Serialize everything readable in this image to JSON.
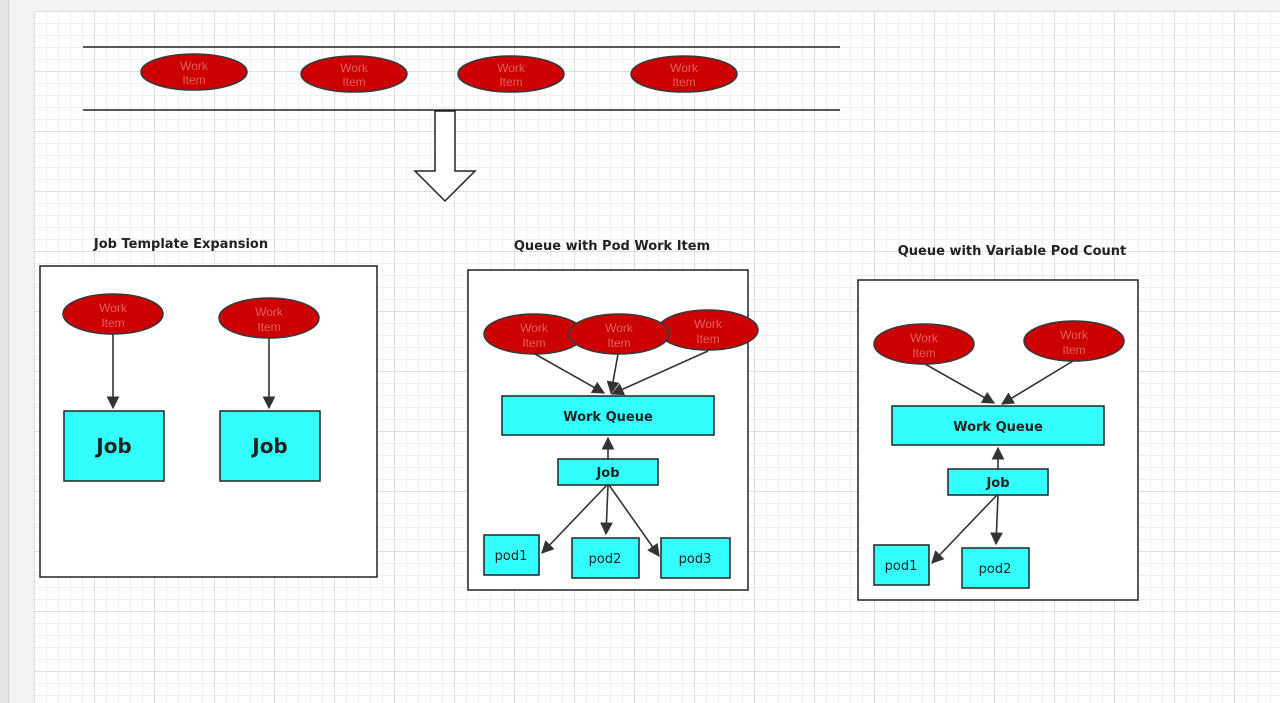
{
  "work_item_label_line1": "Work",
  "work_item_label_line2": "Item",
  "sections": {
    "template_expansion": {
      "title": "Job Template Expansion",
      "job_label": "Job"
    },
    "pod_work_item": {
      "title": "Queue with Pod Work Item",
      "queue_label": "Work Queue",
      "job_label": "Job",
      "pods": [
        "pod1",
        "pod2",
        "pod3"
      ]
    },
    "variable_pod_count": {
      "title": "Queue with Variable Pod Count",
      "queue_label": "Work Queue",
      "job_label": "Job",
      "pods": [
        "pod1",
        "pod2"
      ]
    }
  },
  "colors": {
    "work_item_fill": "#cc0000",
    "box_fill": "#33ffff",
    "work_item_text": "#e06060"
  }
}
